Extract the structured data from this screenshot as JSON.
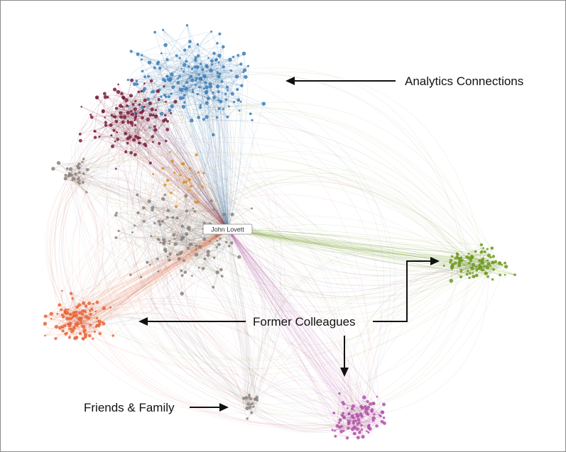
{
  "center_node": {
    "label": "John Lovett"
  },
  "clusters": [
    {
      "id": "blue",
      "color": "#3d7fb5"
    },
    {
      "id": "maroon",
      "color": "#7a1f3d"
    },
    {
      "id": "gray",
      "color": "#8c837c"
    },
    {
      "id": "orange",
      "color": "#e8663a"
    },
    {
      "id": "green",
      "color": "#6f9a1d"
    },
    {
      "id": "purple",
      "color": "#b354a8"
    },
    {
      "id": "tan",
      "color": "#d98f2b"
    }
  ],
  "annotations": {
    "analytics": "Analytics Connections",
    "former_colleagues": "Former Colleagues",
    "friends_family": "Friends & Family"
  }
}
